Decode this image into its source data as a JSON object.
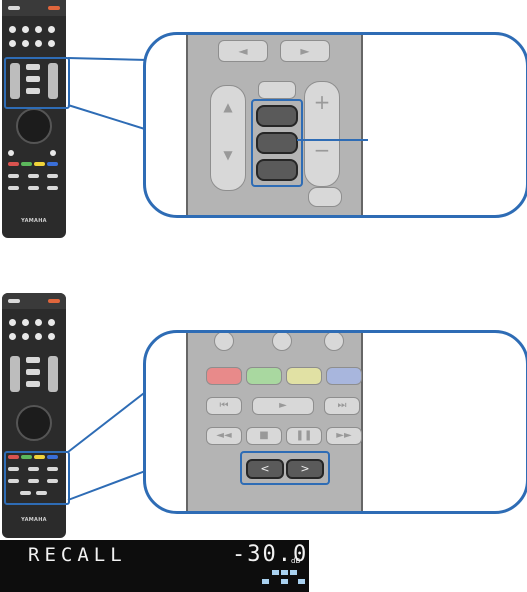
{
  "remote": {
    "logo_text": "YAMAHA"
  },
  "display": {
    "left_text": "RECALL",
    "volume": "-30.0",
    "volume_unit": "dB"
  },
  "arrows": {
    "left": "<",
    "right": ">"
  },
  "colors": {
    "highlight": "#2e6cb5",
    "panel": "#b4b4b4",
    "red": "#e88a8a",
    "green": "#a9d8a0",
    "yellow": "#e1e1a4",
    "blue": "#a8b6dd"
  }
}
